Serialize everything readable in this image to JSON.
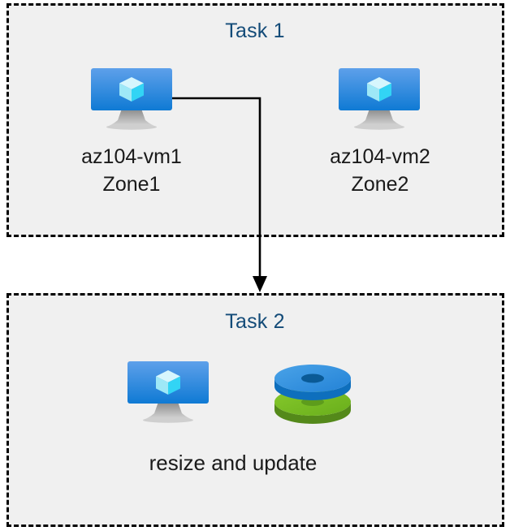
{
  "diagram": {
    "title": "",
    "background_color": "#ffffff",
    "box_fill_color": "#f0f0f0",
    "box_border_color": "#000000",
    "title_color": "#134b78",
    "label_color": "#1a1a1a",
    "connector_color": "#000000"
  },
  "task1": {
    "title": "Task 1",
    "nodes": [
      {
        "icon": "virtual-machine-icon",
        "label": "az104-vm1\nZone1",
        "name": "az104-vm1",
        "zone": "Zone1"
      },
      {
        "icon": "virtual-machine-icon",
        "label": "az104-vm2\nZone2",
        "name": "az104-vm2",
        "zone": "Zone2"
      }
    ]
  },
  "task2": {
    "title": "Task 2",
    "caption": "resize and update",
    "nodes": [
      {
        "icon": "virtual-machine-icon"
      },
      {
        "icon": "managed-disks-icon"
      }
    ]
  },
  "connector": {
    "from": "az104-vm1",
    "to": "task2",
    "arrow": "down-arrow"
  },
  "icon_colors": {
    "monitor_screen_top": "#5ea0ea",
    "monitor_screen_bottom": "#0f7ad4",
    "monitor_stand": "#b3b3b3",
    "cube_light": "#c3f2fb",
    "cube_mid": "#8fe3f5",
    "cube_bright": "#32d4f5",
    "disk_blue_top": "#3b96e0",
    "disk_blue_side": "#0e76c7",
    "disk_blue_hole": "#0a5a96",
    "disk_green_top": "#76bc21",
    "disk_green_side": "#59931a",
    "disk_green_hole": "#5d9c1c"
  }
}
